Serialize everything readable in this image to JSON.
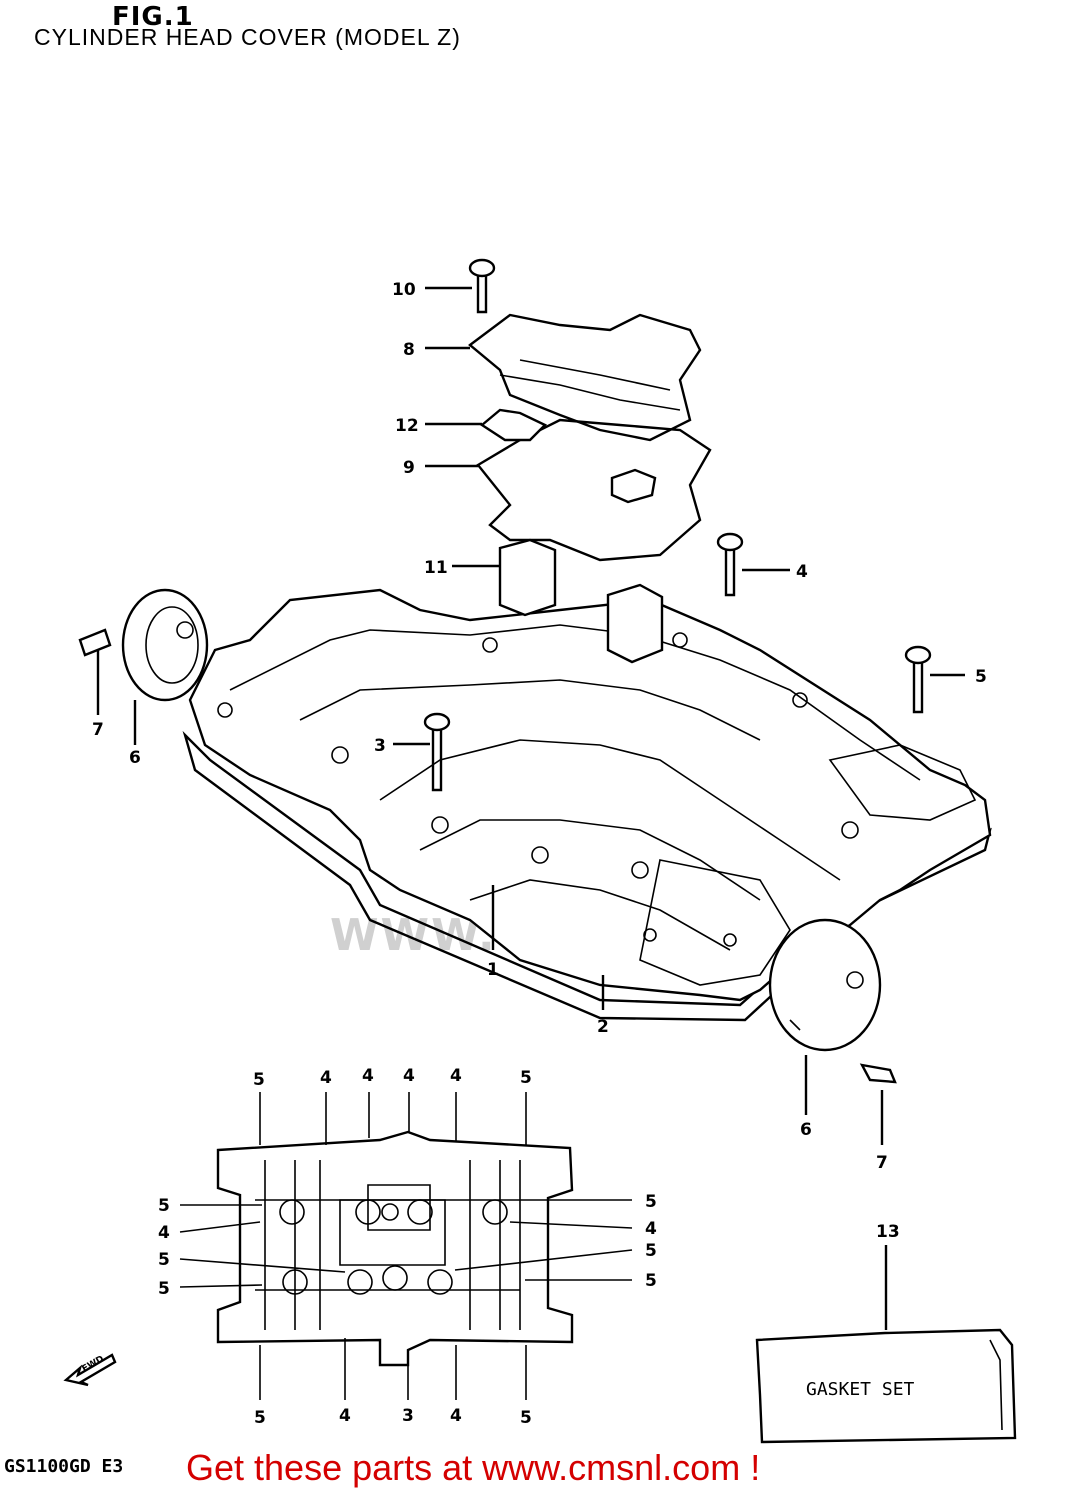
{
  "figure": {
    "title": "FIG.1",
    "subtitle": "CYLINDER HEAD COVER (MODEL Z)",
    "model_code": "GS1100GD E3",
    "promo_text": "Get these parts at www.cmsnl.com !",
    "watermark": "WWW.CMSNL.COM",
    "gasket_box_label": "GASKET SET",
    "fwd_arrow_label": "FWD"
  },
  "main_callouts": [
    "10",
    "8",
    "12",
    "9",
    "11",
    "4",
    "5",
    "3",
    "7",
    "6",
    "1",
    "2",
    "6",
    "7"
  ],
  "plan_callouts": {
    "top": [
      "5",
      "4",
      "4",
      "4",
      "4",
      "5"
    ],
    "left": [
      "5",
      "4",
      "5",
      "5"
    ],
    "right": [
      "5",
      "4",
      "5",
      "5"
    ],
    "bottom": [
      "5",
      "4",
      "3",
      "4",
      "5"
    ]
  },
  "gasket_set_callout": "13"
}
